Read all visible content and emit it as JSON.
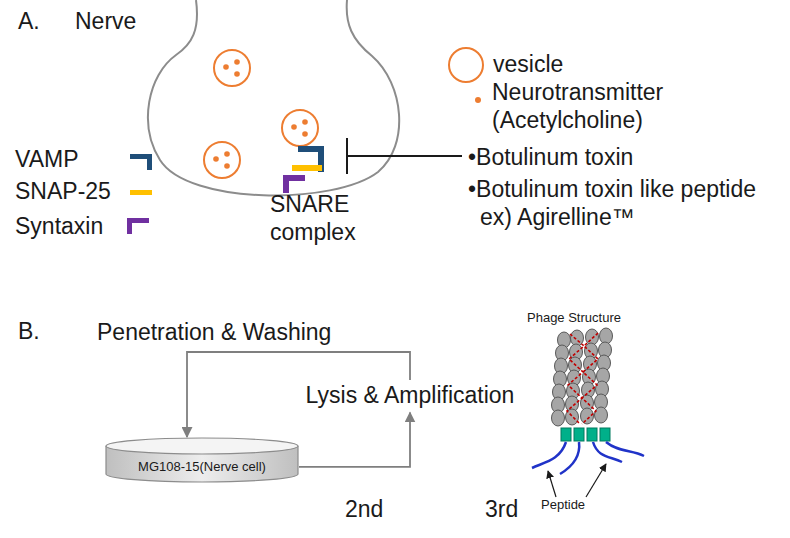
{
  "diagram": {
    "nodes": [
      {
        "text": [
          "Lysis & Amplification"
        ]
      },
      {
        "text": [
          "MG108-15(Nerve cell)"
        ]
      }
    ],
    "edges": [
      {
        "from": 1,
        "to": 0,
        "arrow": "to"
      },
      {
        "from": 0,
        "to": 1,
        "arrow": "to",
        "label": "Penetration & Washing"
      }
    ],
    "labels": [
      "A.",
      "Nerve",
      "SNARE complex",
      "•Botulinum toxin",
      "•Botulinum toxin like peptide ex) Agirelline™",
      "B.",
      "Phage Structure",
      "Peptide",
      "2nd",
      "3rd"
    ],
    "legend": [
      {
        "text": "vesicle"
      },
      {
        "text": "Neurotransmitter (Acetylcholine)"
      },
      {
        "text": "VAMP",
        "color": "#1f4e79"
      },
      {
        "text": "SNAP-25",
        "color": "#ffc000"
      },
      {
        "text": "Syntaxin",
        "color": "#7030a0"
      }
    ]
  }
}
